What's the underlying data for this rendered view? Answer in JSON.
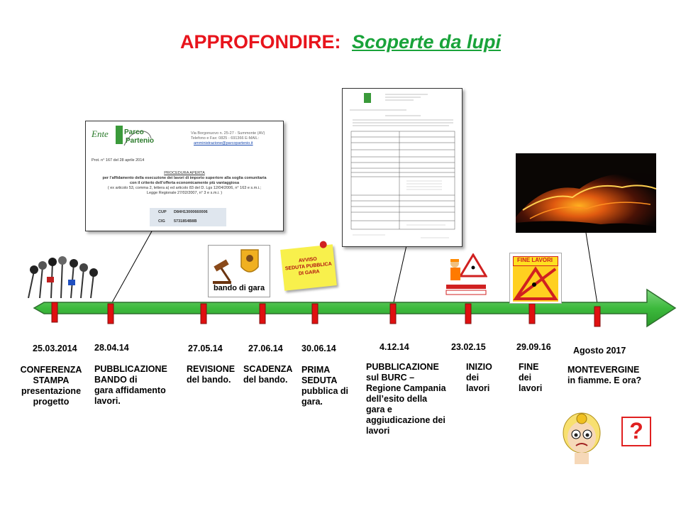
{
  "title": {
    "prefix": "APPROFONDIRE:",
    "subtitle": "Scoperte da lupi"
  },
  "events": [
    {
      "date": "25.03.2014",
      "desc": "CONFERENZA\nSTAMPA\npresentazione\nprogetto"
    },
    {
      "date": "28.04.14",
      "desc": "PUBBLICAZIONE\nBANDO  di\ngara  affidamento\nlavori."
    },
    {
      "date": "27.05.14",
      "desc": "REVISIONE\ndel bando."
    },
    {
      "date": "27.06.14",
      "desc": "SCADENZA\ndel bando."
    },
    {
      "date": "30.06.14",
      "desc": "PRIMA\nSEDUTA\npubblica di\ngara."
    },
    {
      "date": "4.12.14",
      "desc": "PUBBLICAZIONE\nsul  BURC  –\nRegione Campania\ndell’esito della\ngara e\naggiudicazione dei\nlavori"
    },
    {
      "date": "23.02.15",
      "desc": "INIZIO\ndei\nlavori"
    },
    {
      "date": "29.09.16",
      "desc": "FINE\ndei\nlavori"
    },
    {
      "date": "Agosto  2017",
      "desc": "MONTEVERGINE\n  in fiamme. E ora?"
    }
  ],
  "doc1": {
    "logo_ente": "Ente",
    "logo_parco": "Parco",
    "logo_partenio": "Partenio",
    "address": "Via Borgonuovo n. 25-27 - Summonte (AV)",
    "phone": "Telefono e Fax: 0825 - 691366 E-MAIL:",
    "email": "amministrazione@parcopartenio.it",
    "prot": "Prot. n° 167 del 28 aprile 2014",
    "heading": "PROCEDURA APERTA",
    "line1": "per l’affidamento della esecuzione dei lavori di importo superiore alla soglia comunitaria",
    "line2": "con il criterio dell’offerta economicamente più vantaggiosa",
    "line3": "( ex articolo 53, comma 2, lettera a) ed articolo 83 del D. Lgs 12/04/2006, n° 163 e s.m.i.;",
    "line4": "Legge Regionale 27/02/2007, n° 3 e s.m.i. )",
    "cup_label": "CUP",
    "cup_value": "D84H13000660006",
    "cig_label": "CIG",
    "cig_value": "5731854B8B"
  },
  "images": {
    "bando_label": "bando di gara",
    "note_text": "AVVISO\nSEDUTA PUBBLICA\nDI GARA",
    "fine_lavori_label": "FINE LAVORI",
    "question_mark": "?"
  },
  "colors": {
    "title_red": "#e8141c",
    "title_green": "#19a33a",
    "arrow_green": "#3dba3d",
    "marker_red": "#e01010"
  }
}
